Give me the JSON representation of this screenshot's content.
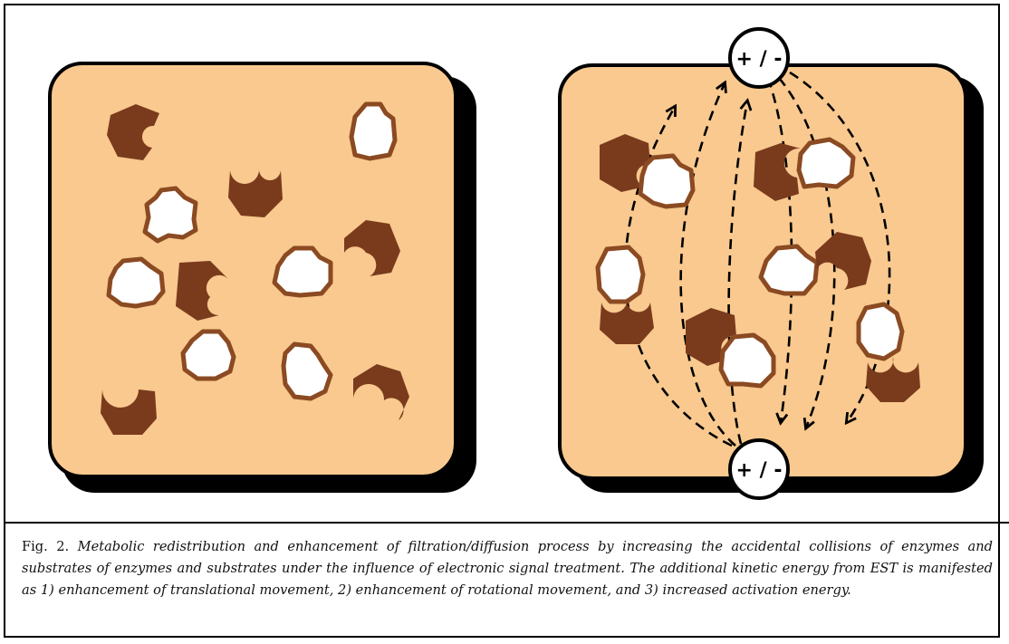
{
  "colors": {
    "panel_fill": "#f9c98f",
    "enzyme": "#7a3b1d",
    "substrate_outline": "#8b4a22",
    "substrate_fill": "#ffffff",
    "shadow": "#000000"
  },
  "poles": {
    "top_label": "+ / -",
    "bottom_label": "+ / -"
  },
  "caption": {
    "label": "Fig. 2.",
    "text": "Metabolic redistribution and enhancement of filtration/diffusion process by increasing the accidental collisions of enzymes and substrates of enzymes and substrates under the influence of electronic signal treatment. The additional kinetic energy from EST is manifested as 1) enhancement of translational movement, 2) enhancement of rotational movement, and 3) increased activation energy."
  },
  "icons": [
    "enzyme-shape",
    "substrate-shape",
    "dashed-arrow",
    "pole-circle"
  ]
}
